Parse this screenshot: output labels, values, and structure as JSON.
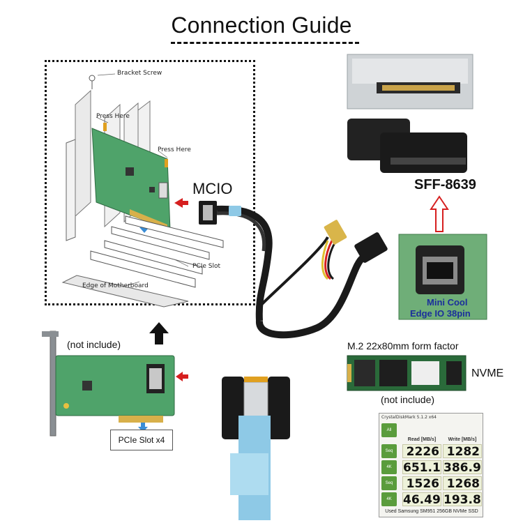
{
  "title": "Connection Guide",
  "install_diagram": {
    "bracket_screw": "Bracket Screw",
    "press_here_1": "Press Here",
    "press_here_2": "Press Here",
    "pcie_slot": "PCIe Slot",
    "edge_of_motherboard": "Edge of Motherboard"
  },
  "labels": {
    "mcio": "MCIO",
    "sff": "SFF-8639",
    "mini_cool_line1": "Mini Cool",
    "mini_cool_line2": "Edge IO 38pin",
    "not_include_1": "(not include)",
    "not_include_2": "(not include)",
    "pcie_slot_x4": "PCIe Slot x4",
    "m2_form_factor": "M.2 22x80mm form factor",
    "nvme": "NVME"
  },
  "crystaldiskmark": {
    "window_title": "CrystalDiskMark 5.1.2 x64",
    "all_button": "All",
    "read_header": "Read [MB/s]",
    "write_header": "Write [MB/s]",
    "rows": [
      {
        "label": "Seq Q32T1",
        "read": "2226",
        "write": "1282"
      },
      {
        "label": "4K Q32T1",
        "read": "651.1",
        "write": "386.9"
      },
      {
        "label": "Seq",
        "read": "1526",
        "write": "1268"
      },
      {
        "label": "4K",
        "read": "46.49",
        "write": "193.8"
      }
    ],
    "footer": "Used Samsung SM951 256GB NVMe SSD"
  },
  "colors": {
    "pcb_green": "#4fa36a",
    "arrow_red": "#d61f1f",
    "cable_black": "#1a1a1a",
    "cable_blue": "#8ec9e6",
    "text_blue": "#1b2f9b"
  }
}
